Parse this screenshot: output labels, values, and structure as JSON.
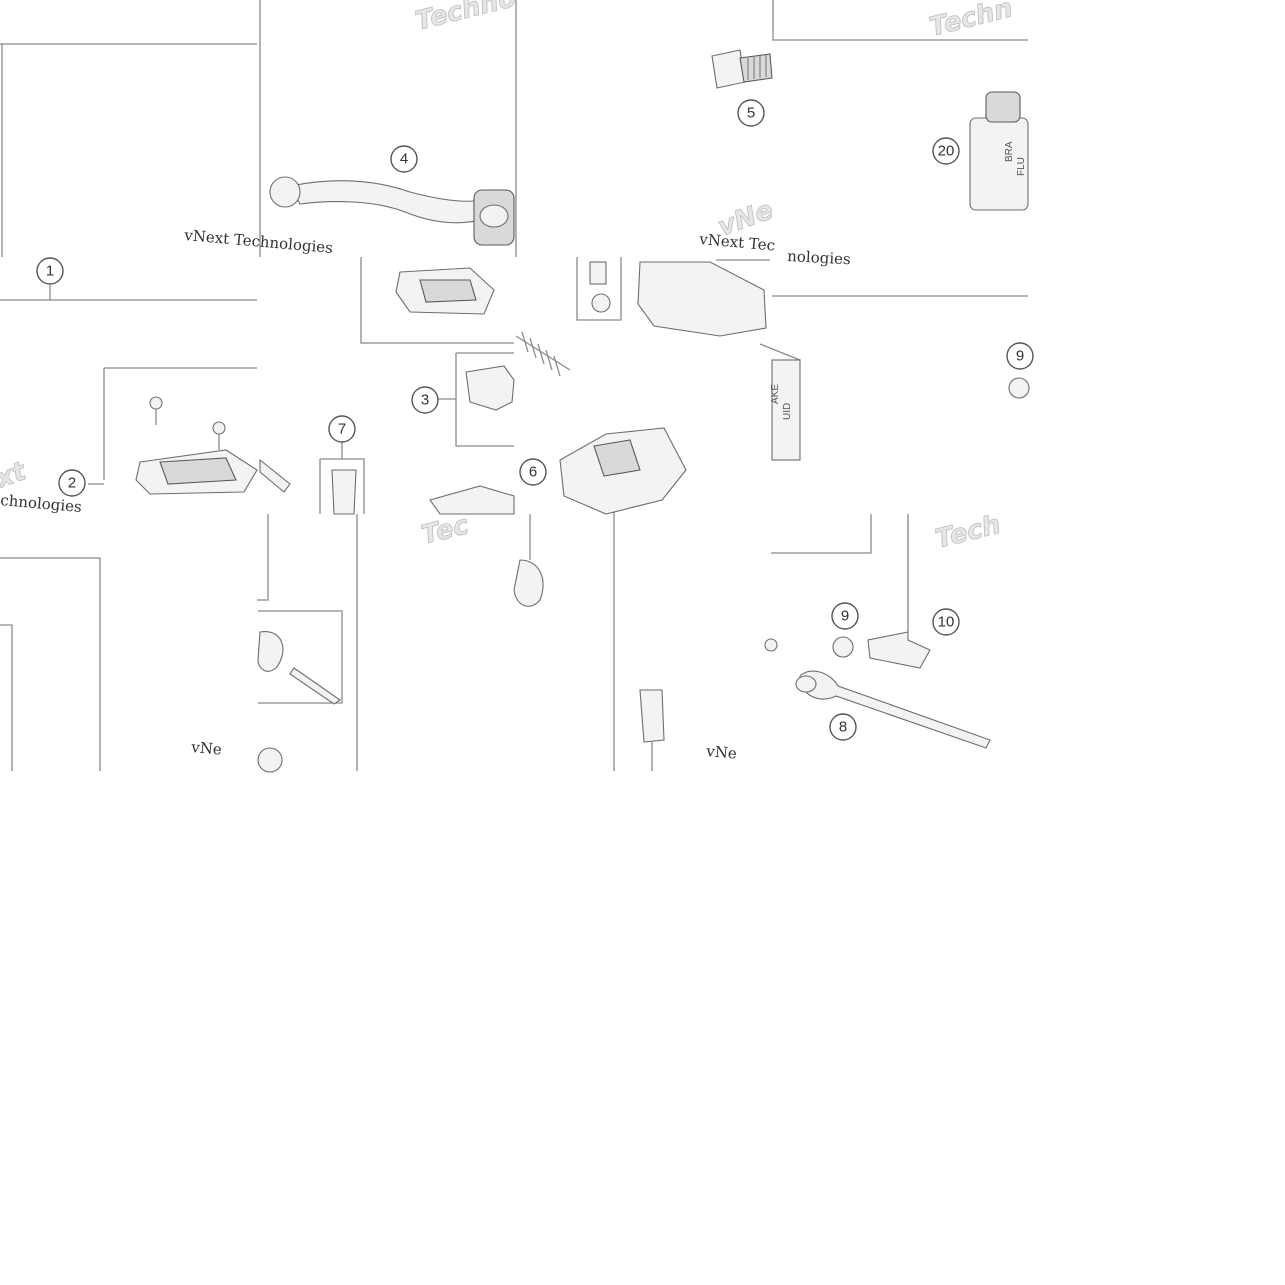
{
  "callouts": [
    {
      "id": "1",
      "label": "1"
    },
    {
      "id": "2",
      "label": "2"
    },
    {
      "id": "3",
      "label": "3"
    },
    {
      "id": "4",
      "label": "4"
    },
    {
      "id": "5",
      "label": "5"
    },
    {
      "id": "6",
      "label": "6"
    },
    {
      "id": "7",
      "label": "7"
    },
    {
      "id": "8",
      "label": "8"
    },
    {
      "id": "9a",
      "label": "9"
    },
    {
      "id": "9b",
      "label": "9"
    },
    {
      "id": "10",
      "label": "10"
    },
    {
      "id": "20",
      "label": "20"
    }
  ],
  "watermarks": {
    "brand_italic": "Techno",
    "brand_italic_2": "Techn",
    "brand_italic_3": "Tec",
    "brand_italic_4": "Tech",
    "serif_1": "vNext Technologies",
    "serif_2": "vNext Tec",
    "serif_3": "chnologies",
    "serif_4": "nologies",
    "serif_5": "vNe",
    "serif_6": "vNe",
    "overlay_1": "xt",
    "overlay_2": "vNe"
  },
  "product_text": {
    "bottle_label_1": "BRA",
    "bottle_label_2": "FLU",
    "bottle_label_3": "AKE",
    "bottle_label_4": "UID"
  }
}
